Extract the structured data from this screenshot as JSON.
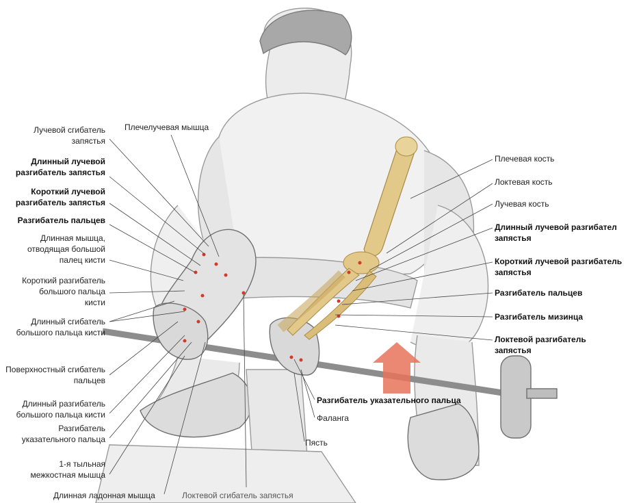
{
  "left_labels": [
    {
      "id": "radial-flexor",
      "lines": [
        "Лучевой сгибатель",
        "запястья"
      ],
      "bold": false
    },
    {
      "id": "ext-carpi-radialis-longus-left",
      "lines": [
        "Длинный лучевой",
        "разгибатель запястья"
      ],
      "bold": true
    },
    {
      "id": "ext-carpi-radialis-brevis-left",
      "lines": [
        "Короткий лучевой",
        "разгибатель запястья"
      ],
      "bold": true
    },
    {
      "id": "ext-digitorum-left",
      "lines": [
        "Разгибатель пальцев"
      ],
      "bold": true
    },
    {
      "id": "abductor-pollicis-longus",
      "lines": [
        "Длинная мышца,",
        "отводящая большой",
        "палец кисти"
      ],
      "bold": false
    },
    {
      "id": "ext-pollicis-brevis",
      "lines": [
        "Короткий разгибатель",
        "большого пальца",
        "кисти"
      ],
      "bold": false
    },
    {
      "id": "flexor-pollicis-longus",
      "lines": [
        "Длинный сгибатель",
        "большого пальца кисти"
      ],
      "bold": false
    },
    {
      "id": "flexor-digitorum-superficialis",
      "lines": [
        "Поверхностный сгибатель",
        "пальцев"
      ],
      "bold": false
    },
    {
      "id": "ext-pollicis-longus",
      "lines": [
        "Длинный разгибатель",
        "большого пальца кисти"
      ],
      "bold": false
    },
    {
      "id": "ext-indicis-left",
      "lines": [
        "Разгибатель",
        "указательного пальца"
      ],
      "bold": false
    },
    {
      "id": "dorsal-interosseous",
      "lines": [
        "1-я тыльная",
        "межкостная мышца"
      ],
      "bold": false
    }
  ],
  "top_label": "Плечелучевая мышца",
  "bottom_labels": {
    "palmaris_longus": "Длинная ладонная мышца",
    "flexor_carpi_ulnaris": "Локтевой сгибатель запястья"
  },
  "right_labels": [
    {
      "id": "humerus",
      "lines": [
        "Плечевая кость"
      ],
      "bold": false
    },
    {
      "id": "ulna",
      "lines": [
        "Локтевая кость"
      ],
      "bold": false
    },
    {
      "id": "radius",
      "lines": [
        "Лучевая кость"
      ],
      "bold": false
    },
    {
      "id": "ext-carpi-radialis-longus-right",
      "lines": [
        "Длинный лучевой разгибател",
        "запястья"
      ],
      "bold": true
    },
    {
      "id": "ext-carpi-radialis-brevis-right",
      "lines": [
        "Короткий лучевой разгибатель",
        "запястья"
      ],
      "bold": true
    },
    {
      "id": "ext-digitorum-right",
      "lines": [
        "Разгибатель пальцев"
      ],
      "bold": true
    },
    {
      "id": "ext-digiti-minimi",
      "lines": [
        "Разгибатель мизинца"
      ],
      "bold": true
    },
    {
      "id": "ext-carpi-ulnaris",
      "lines": [
        "Локтевой разгибатель",
        "запястья"
      ],
      "bold": true
    }
  ],
  "center_labels": {
    "ext_indicis_right": "Разгибатель указательного пальца",
    "phalanx": "Фаланга",
    "metacarpus": "Пясть"
  },
  "colors": {
    "line": "#444444",
    "sketch": "#9a9a9a",
    "sketch_dark": "#6f6f6f",
    "bone": "#e2c98a",
    "bone_dark": "#a88a45",
    "muscle_red": "#d23a2a",
    "arrow": "#e8735a"
  }
}
